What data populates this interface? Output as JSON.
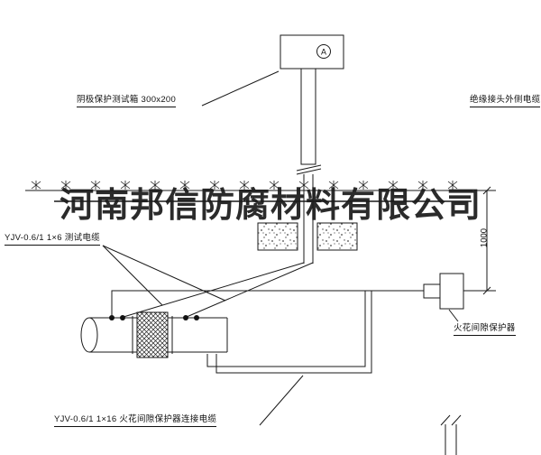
{
  "page": {
    "background": "#ffffff",
    "line_color": "#1a1a1a"
  },
  "watermark": {
    "text": "河南邦信防腐材料有限公司"
  },
  "labels": {
    "test_box": "阴极保护测试箱 300x200",
    "outer_cable": "绝缘接头外侧电缆",
    "test_cable": "YJV-0.6/1 1×6  测试电缆",
    "spark_gap": "火花间隙保护器",
    "connection_cable": "YJV-0.6/1 1×16  火花间隙保护器连接电缆",
    "dimension_1000": "1000",
    "meter_symbol": "A"
  }
}
